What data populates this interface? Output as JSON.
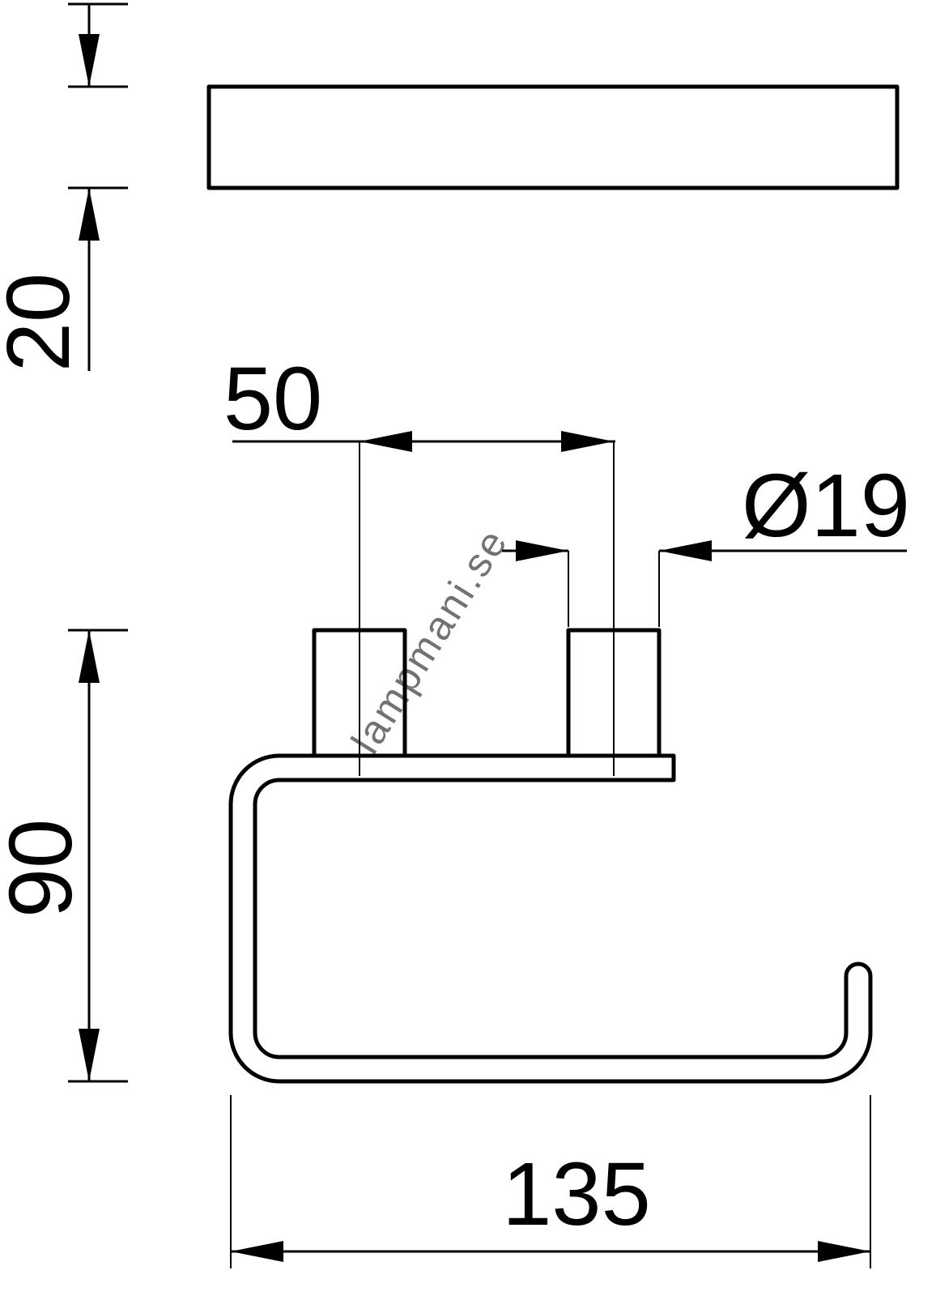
{
  "drawing": {
    "title": "towel-holder-dimension-drawing",
    "watermark": "lampmani.se",
    "dimensions": {
      "plate_thickness": "20",
      "pin_spacing": "50",
      "pin_diameter": "Ø19",
      "holder_height": "90",
      "holder_width": "135"
    }
  },
  "colors": {
    "line": "#000000",
    "watermark": "#b9b9b9",
    "background": "#ffffff"
  }
}
